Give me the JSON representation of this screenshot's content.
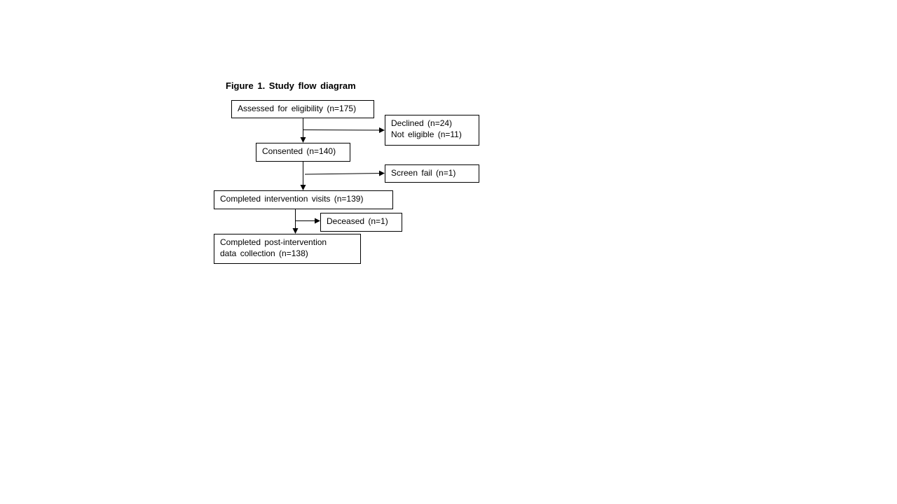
{
  "figure": {
    "title": "Figure 1. Study flow diagram"
  },
  "boxes": {
    "assessed": {
      "lines": [
        "Assessed for eligibility (n=175)"
      ]
    },
    "declined": {
      "lines": [
        "Declined (n=24)",
        "Not eligible (n=11)"
      ]
    },
    "consented": {
      "lines": [
        "Consented (n=140)"
      ]
    },
    "screen_fail": {
      "lines": [
        "Screen fail (n=1)"
      ]
    },
    "completed_visits": {
      "lines": [
        "Completed intervention visits (n=139)"
      ]
    },
    "deceased": {
      "lines": [
        "Deceased (n=1)"
      ]
    },
    "post_collection": {
      "lines": [
        "Completed post-intervention",
        "data collection (n=138)"
      ]
    }
  },
  "colors": {
    "line": "#000000",
    "background": "#ffffff"
  }
}
